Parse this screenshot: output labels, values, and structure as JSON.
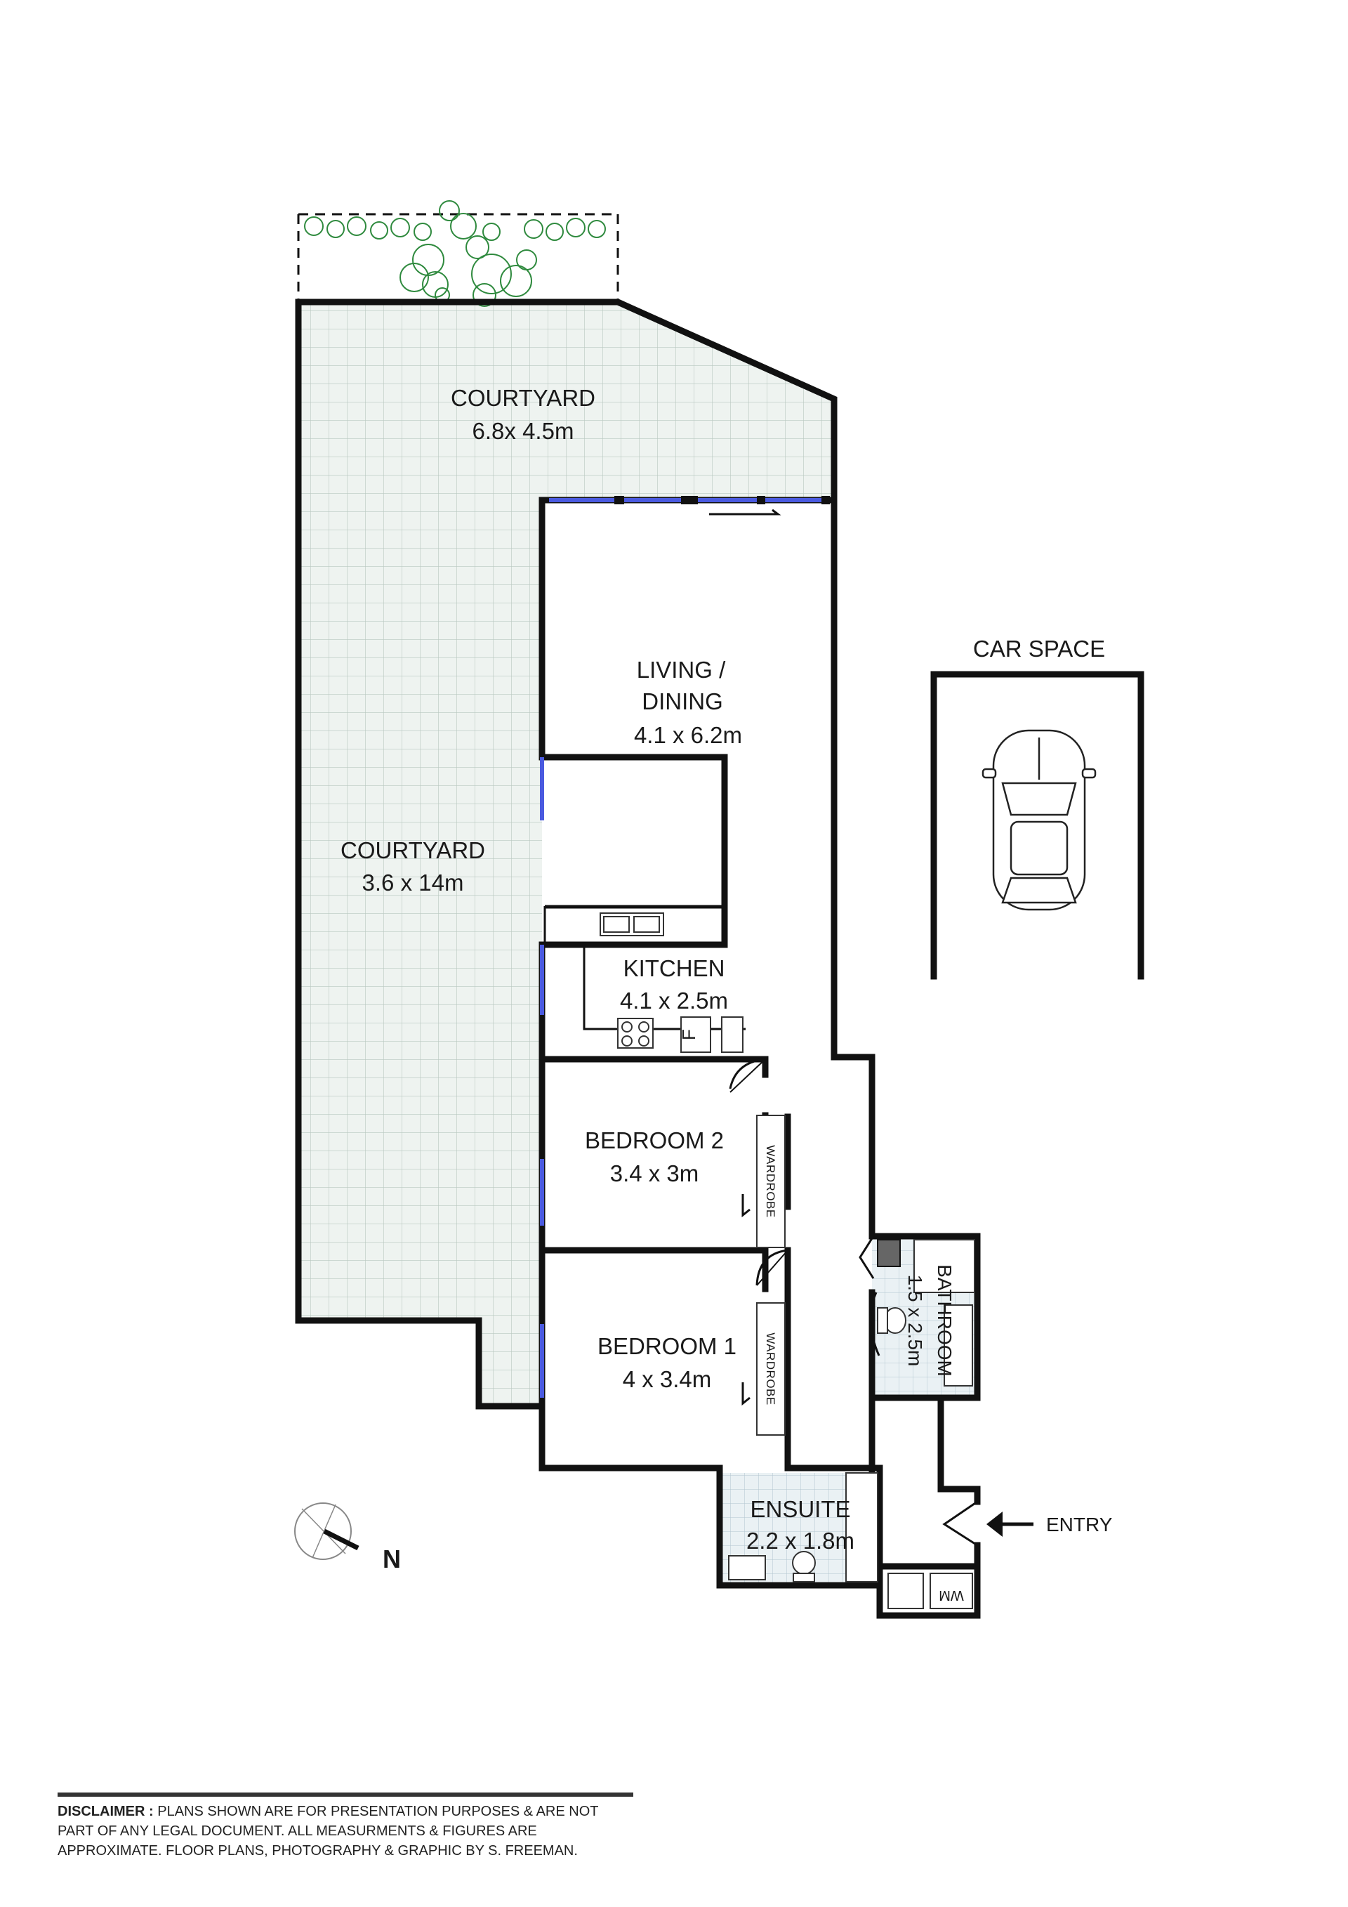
{
  "rooms": {
    "courtyard_top": {
      "name": "COURTYARD",
      "size": "6.8x 4.5m"
    },
    "courtyard_side": {
      "name": "COURTYARD",
      "size": "3.6 x 14m"
    },
    "living": {
      "name_line1": "LIVING /",
      "name_line2": "DINING",
      "size": "4.1 x 6.2m"
    },
    "kitchen": {
      "name": "KITCHEN",
      "size": "4.1 x 2.5m"
    },
    "bedroom2": {
      "name": "BEDROOM 2",
      "size": "3.4 x 3m"
    },
    "bedroom1": {
      "name": "BEDROOM 1",
      "size": "4 x 3.4m"
    },
    "ensuite": {
      "name": "ENSUITE",
      "size": "2.2 x 1.8m"
    },
    "bathroom": {
      "name": "BATHROOM",
      "size": "1.5 x 2.5m"
    },
    "car_space": {
      "name": "CAR SPACE"
    }
  },
  "fixtures": {
    "wardrobe_label": "WARDROBE",
    "fridge_label": "F",
    "washing_machine_label": "WM"
  },
  "entry_label": "ENTRY",
  "compass_label": "N",
  "disclaimer": {
    "heading": "DISCLAIMER :",
    "line1": " PLANS SHOWN ARE FOR PRESENTATION PURPOSES & ARE NOT",
    "line2": "PART OF ANY LEGAL DOCUMENT. ALL MEASURMENTS & FIGURES ARE",
    "line3": "APPROXIMATE. FLOOR PLANS, PHOTOGRAPHY & GRAPHIC BY  S. FREEMAN."
  },
  "colors": {
    "wall": "#111111",
    "courtyard_fill": "#eef3f0",
    "tile_fill": "#e6eef3",
    "window": "#4a5adf",
    "tree": "#2f8a3e"
  }
}
